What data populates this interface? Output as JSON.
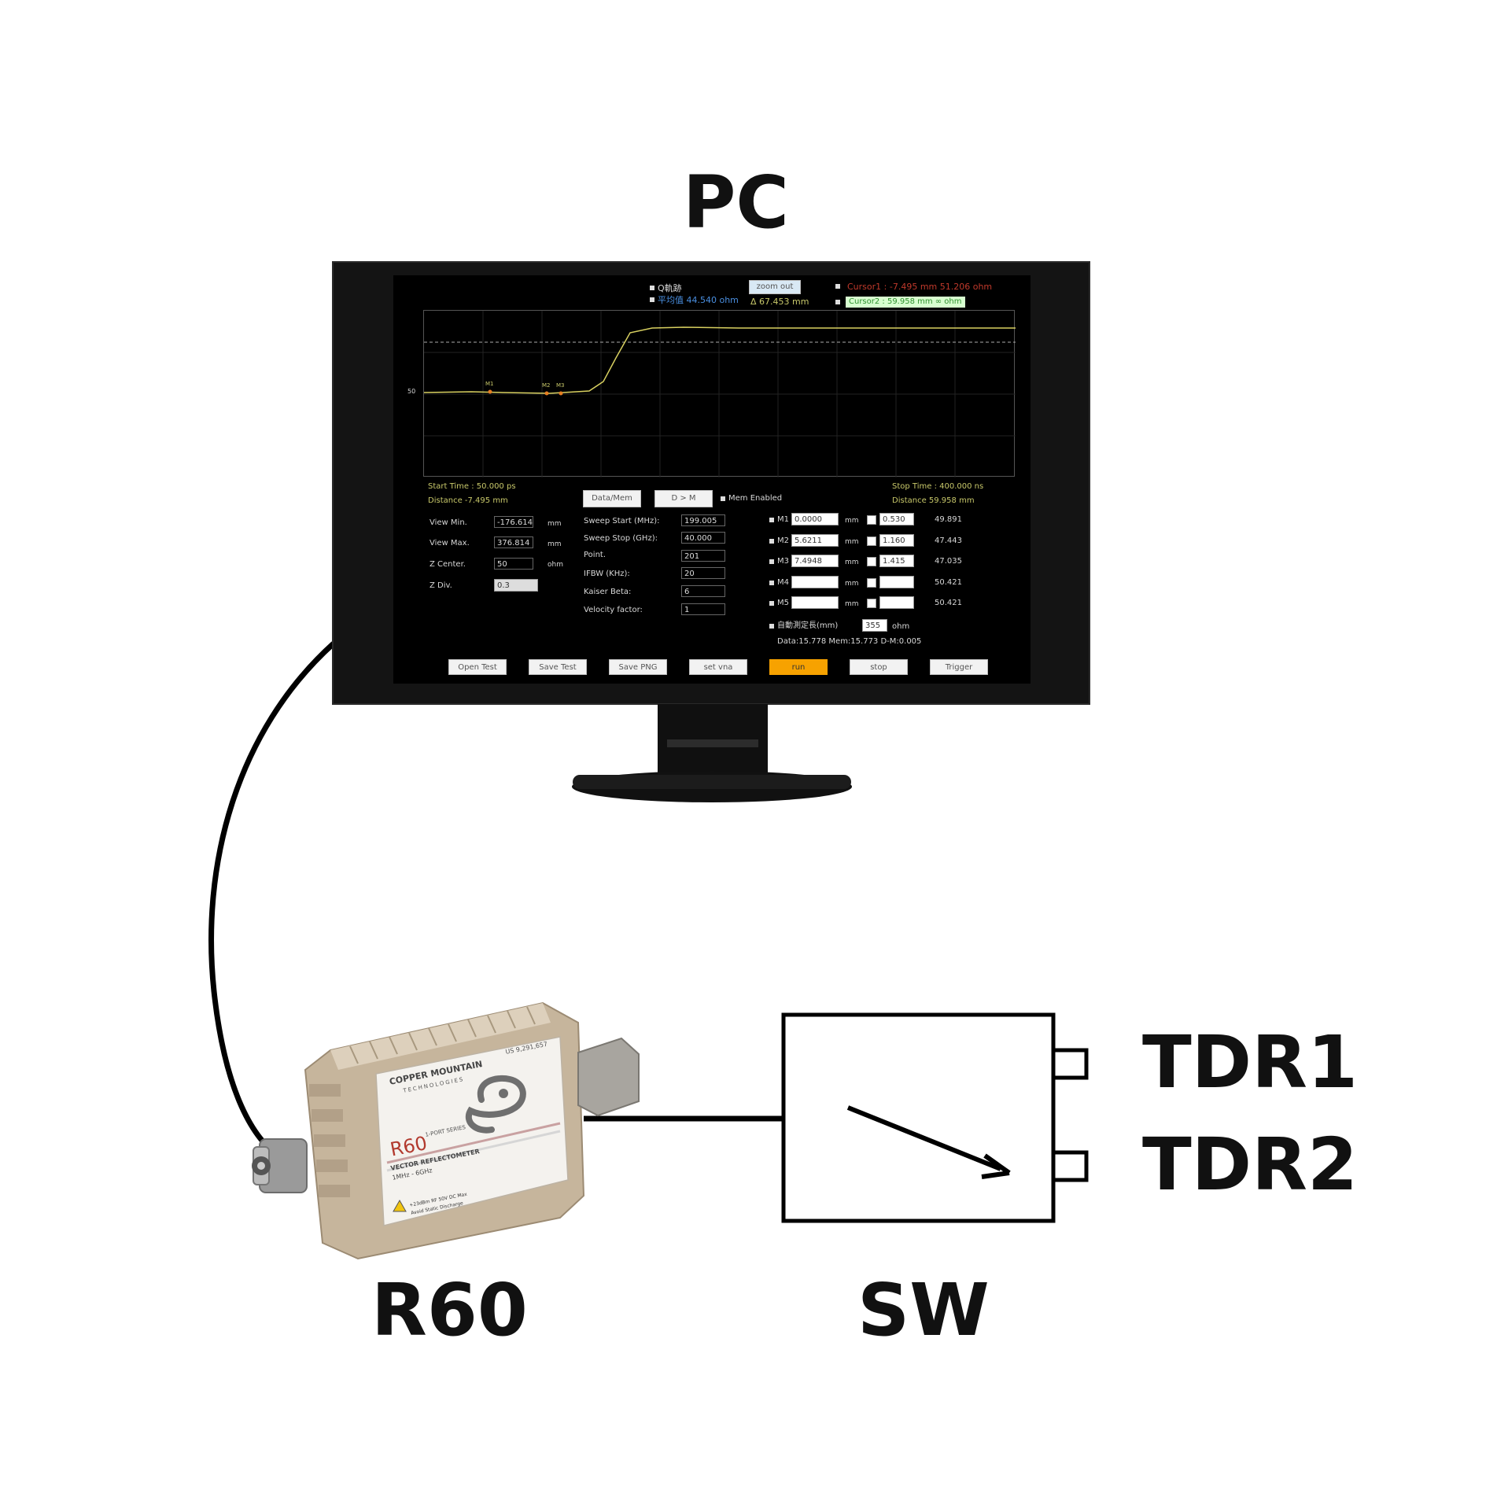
{
  "labels": {
    "pc": "PC",
    "r60": "R60",
    "sw": "SW",
    "tdr1": "TDR1",
    "tdr2": "TDR2"
  },
  "screen": {
    "legend_trace": "Q軌跡",
    "legend_avg": "平均值 44.540 ohm",
    "zoom_out": "zoom out",
    "delta": "Δ 67.453 mm",
    "cursor1": "Cursor1 : -7.495 mm  51.206 ohm",
    "cursor2": "Cursor2 : 59.958 mm  ∞ ohm",
    "y_tick": "50",
    "marker_m1": "M1",
    "marker_m2": "M2",
    "marker_m3": "M3",
    "start_time": "Start Time :  50.000 ps",
    "stop_time": "Stop Time : 400.000 ns",
    "distance_left": "Distance    -7.495 mm",
    "distance_right": "Distance    59.958 mm",
    "data_mem": "Data/Mem",
    "d_to_m": "D   > M",
    "mem_enabled": "Mem Enabled",
    "view_min_label": "View Min.",
    "view_min_value": "-176.614",
    "view_max_label": "View Max.",
    "view_max_value": "376.814",
    "z_center_label": "Z Center.",
    "z_center_value": "50",
    "z_div_label": "Z Div.",
    "z_div_value": "0.3",
    "unit_mm": "mm",
    "unit_ohm": "ohm",
    "sweep_start_label": "Sweep Start (MHz):",
    "sweep_start_value": "199.005",
    "sweep_stop_label": "Sweep Stop  (GHz):",
    "sweep_stop_value": "40.000",
    "point_label": "Point.",
    "point_value": "201",
    "ifbw_label": "IFBW (KHz):",
    "ifbw_value": "20",
    "kaiser_label": "Kaiser Beta:",
    "kaiser_value": "6",
    "velocity_label": "Velocity factor:",
    "velocity_value": "1",
    "markers": [
      {
        "name": "M1",
        "pos": "0.0000",
        "width": "0.530",
        "ohm": "49.891"
      },
      {
        "name": "M2",
        "pos": "5.6211",
        "width": "1.160",
        "ohm": "47.443"
      },
      {
        "name": "M3",
        "pos": "7.4948",
        "width": "1.415",
        "ohm": "47.035"
      },
      {
        "name": "M4",
        "pos": "",
        "width": "",
        "ohm": "50.421"
      },
      {
        "name": "M5",
        "pos": "",
        "width": "",
        "ohm": "50.421"
      }
    ],
    "auto_measure": "自動測定長(mm)",
    "auto_value": "355",
    "auto_unit": "ohm",
    "data_summary": "Data:15.778  Mem:15.773  D-M:0.005",
    "buttons": [
      "Open Test",
      "Save Test",
      "Save PNG",
      "set vna",
      "run",
      "stop",
      "Trigger"
    ]
  },
  "device": {
    "brand_line1": "COPPER MOUNTAIN",
    "brand_line2": "TECHNOLOGIES",
    "patent": "US 9,291,657",
    "model": "R60",
    "series": "1-PORT SERIES",
    "desc1": "VECTOR REFLECTOMETER",
    "desc2": "1MHz - 6GHz",
    "warning1": "+23dBm RF  50V DC Max",
    "warning2": "Avoid Static Discharge"
  },
  "colors": {
    "trace": "#d8d060",
    "cursor1": "#c0392b",
    "cursor2_bg": "#d8ffd0",
    "run_button": "#f7a200",
    "device_body": "#c9b79f"
  }
}
